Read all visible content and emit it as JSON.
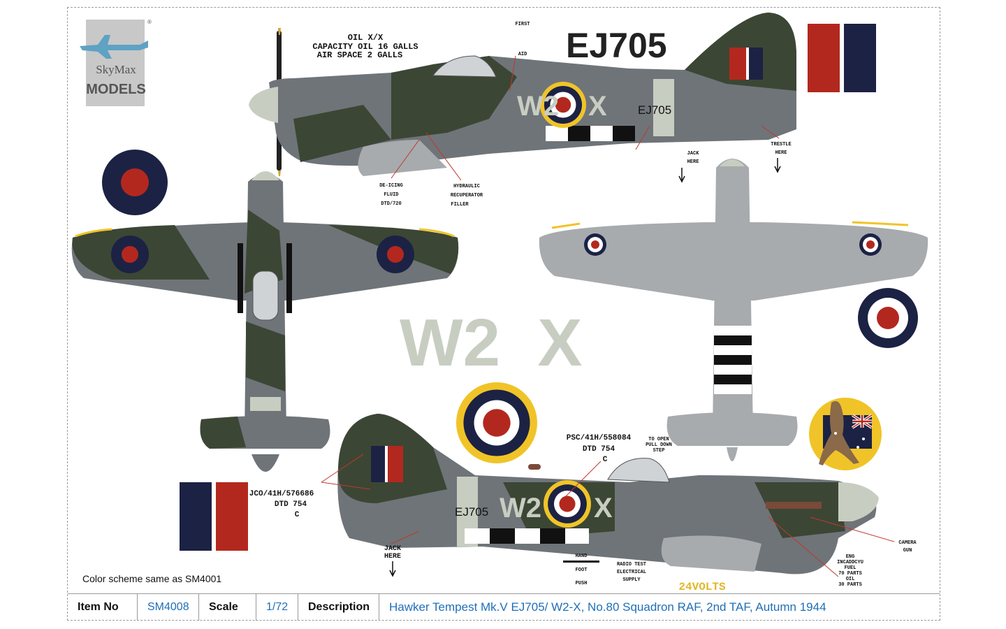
{
  "brand": {
    "name_top": "SkyMax",
    "name_bottom": "MODELS",
    "mark": "®"
  },
  "colors": {
    "dark_green": "#3c4634",
    "ocean_grey": "#6f7479",
    "medium_sea_grey": "#a7abad",
    "sky": "#c8cdc1",
    "red": "#b3281e",
    "blue": "#1c2244",
    "yellow": "#f0c428",
    "accent": "#1f6fb8"
  },
  "markings": {
    "serial": "EJ705",
    "code_left": "W2",
    "code_right": "X",
    "big_code": "W2  X",
    "volts": "24VOLTS"
  },
  "top_profile": {
    "oil_note": [
      "OIL X/X",
      "CAPACITY OIL 16 GALLS",
      "AIR SPACE 2 GALLS"
    ],
    "first_aid": [
      "FIRST",
      "AID"
    ],
    "jack_here": [
      "JACK",
      "HERE"
    ],
    "trestle_here": [
      "TRESTLE",
      "HERE"
    ],
    "deicing": [
      "DE-ICING",
      "FLUID",
      "DTD/720"
    ],
    "hydraulic": [
      "HYDRAULIC",
      "RECUPERATOR",
      "FILLER"
    ]
  },
  "bottom_profile": {
    "stencil_a": [
      "PSC/41H/558084",
      "DTD 754",
      "C"
    ],
    "stencil_b": [
      "JCO/41H/576686",
      "DTD 754",
      "C"
    ],
    "pull_step": [
      "TO OPEN",
      "PULL DOWN",
      "STEP"
    ],
    "jack_here": [
      "JACK",
      "HERE"
    ],
    "hand": [
      "HAND",
      "FOOT",
      "PUSH"
    ],
    "radio": [
      "RADIO TEST",
      "ELECTRICAL",
      "SUPPLY"
    ],
    "camera_gun": [
      "CAMERA",
      "GUN"
    ],
    "eng": [
      "ENG",
      "INCADDCYU",
      "FUEL",
      "70 PARTS",
      "OIL",
      "30 PARTS"
    ]
  },
  "scheme_note": "Color scheme same as SM4001",
  "info": {
    "item_no_label": "Item No",
    "item_no": "SM4008",
    "scale_label": "Scale",
    "scale": "1/72",
    "description_label": "Description",
    "description": "Hawker Tempest Mk.V EJ705/ W2-X, No.80 Squadron RAF, 2nd TAF,  Autumn 1944"
  }
}
